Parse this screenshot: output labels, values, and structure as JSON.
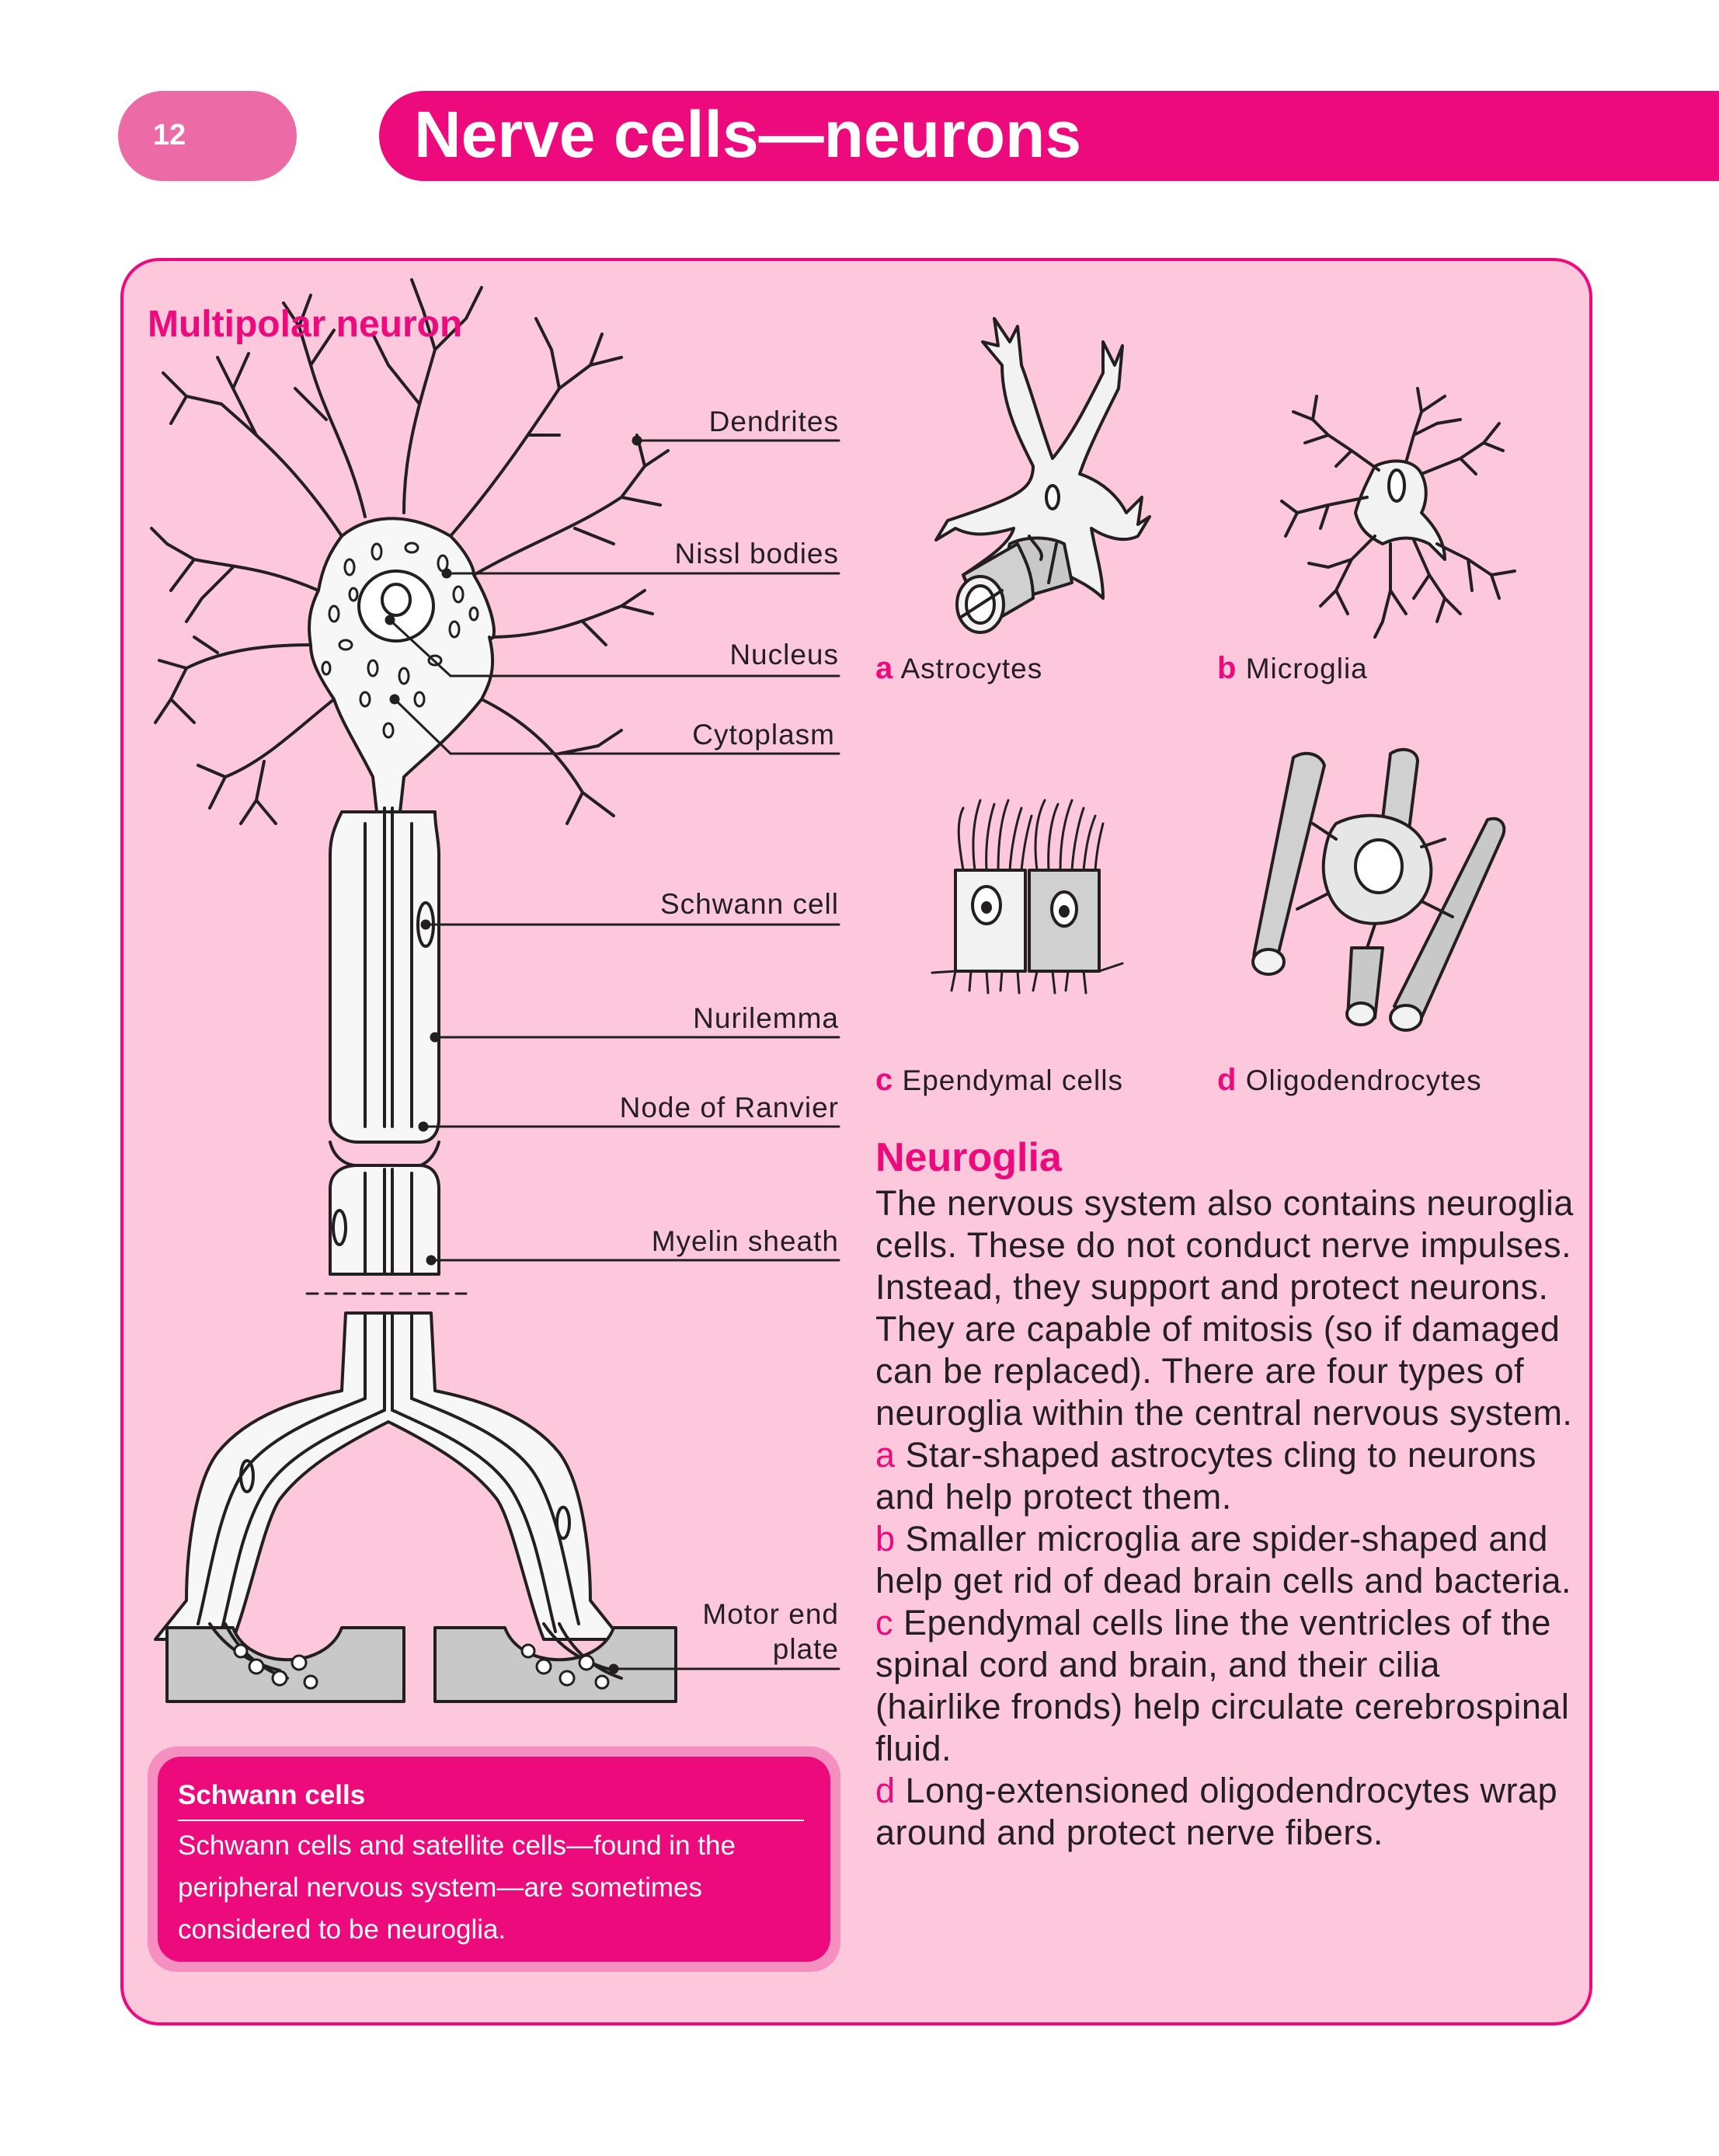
{
  "page": {
    "number": "12",
    "title": "Nerve cells—neurons"
  },
  "neuron": {
    "heading": "Multipolar neuron",
    "labels": {
      "dendrites": "Dendrites",
      "nissl": "Nissl bodies",
      "nucleus": "Nucleus",
      "cytoplasm": "Cytoplasm",
      "schwann": "Schwann cell",
      "nurilemma": "Nurilemma",
      "node": "Node of Ranvier",
      "myelin": "Myelin sheath",
      "motor_line1": "Motor end",
      "motor_line2": "plate"
    }
  },
  "glia_figures": [
    {
      "letter": "a",
      "name": "Astrocytes"
    },
    {
      "letter": "b",
      "name": "Microglia"
    },
    {
      "letter": "c",
      "name": "Ependymal cells"
    },
    {
      "letter": "d",
      "name": "Oligodendrocytes"
    }
  ],
  "neuroglia": {
    "heading": "Neuroglia",
    "intro": "The nervous system also contains neuroglia cells. These do not conduct nerve impulses. Instead, they support and protect neurons. They are capable of mitosis (so if damaged can be replaced). There are four types of neuroglia within the central nervous system.",
    "items": [
      {
        "letter": "a",
        "text": "Star-shaped astrocytes cling to neurons and help protect them."
      },
      {
        "letter": "b",
        "text": "Smaller microglia are spider-shaped and help get rid of dead brain cells and bacteria."
      },
      {
        "letter": "c",
        "text": "Ependymal cells line the ventricles of the spinal cord and brain, and their cilia (hairlike fronds) help circulate cerebrospinal fluid."
      },
      {
        "letter": "d",
        "text": "Long-extensioned oligodendrocytes wrap around and protect nerve fibers."
      }
    ]
  },
  "schwann_box": {
    "title": "Schwann cells",
    "body": "Schwann cells and satellite cells—found in the peripheral nervous system—are sometimes considered to be neuroglia."
  },
  "colors": {
    "accent": "#ec0a7c",
    "accent_light": "#ec6aa6",
    "panel": "#fdc8dc",
    "cell_fill": "#f2f2f2",
    "shade": "#c8c8c8"
  }
}
